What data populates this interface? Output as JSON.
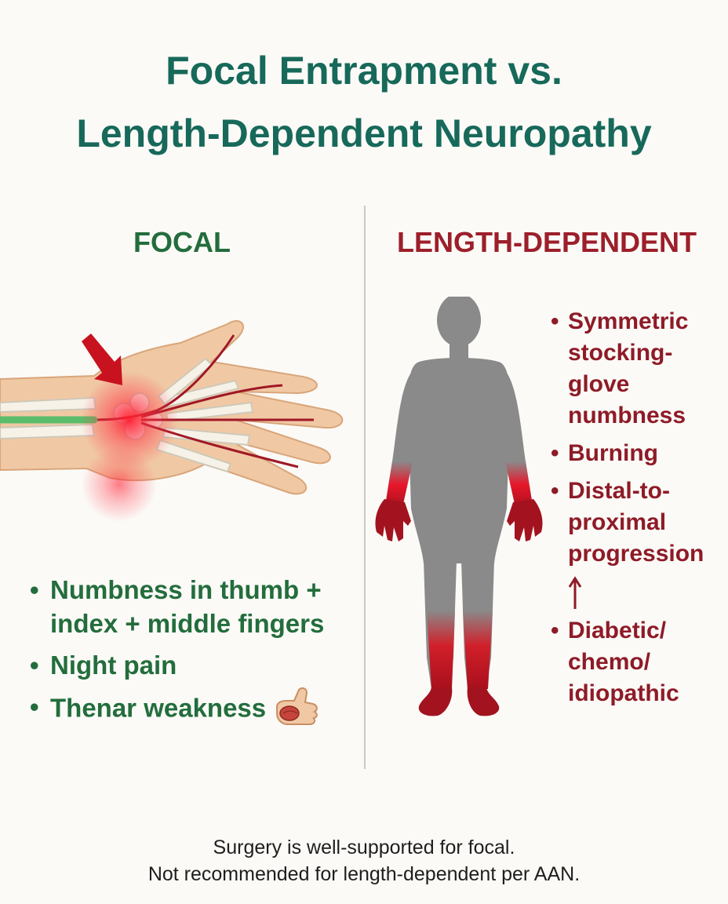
{
  "title": {
    "line1": "Focal Entrapment vs.",
    "line2": "Length-Dependent Neuropathy"
  },
  "focal": {
    "heading": "FOCAL",
    "bullets": [
      "Numbness in thumb + index + middle fingers",
      "Night pain",
      "Thenar weakness"
    ]
  },
  "length_dependent": {
    "heading": "LENGTH-DEPENDENT",
    "bullets": [
      "Symmetric stocking-glove numbness",
      "Burning",
      "Distal-to-proximal progression",
      "Diabetic/ chemo/ idiopathic"
    ]
  },
  "footer": {
    "line1": "Surgery is well-supported for focal.",
    "line2": "Not recommended for length-dependent per AAN."
  },
  "colors": {
    "title": "#17695a",
    "focal": "#236d3c",
    "length_dependent": "#9c1f2a",
    "highlight": "#e8162a",
    "skin": "#f0c9a4",
    "silhouette": "#8a8a8a"
  }
}
